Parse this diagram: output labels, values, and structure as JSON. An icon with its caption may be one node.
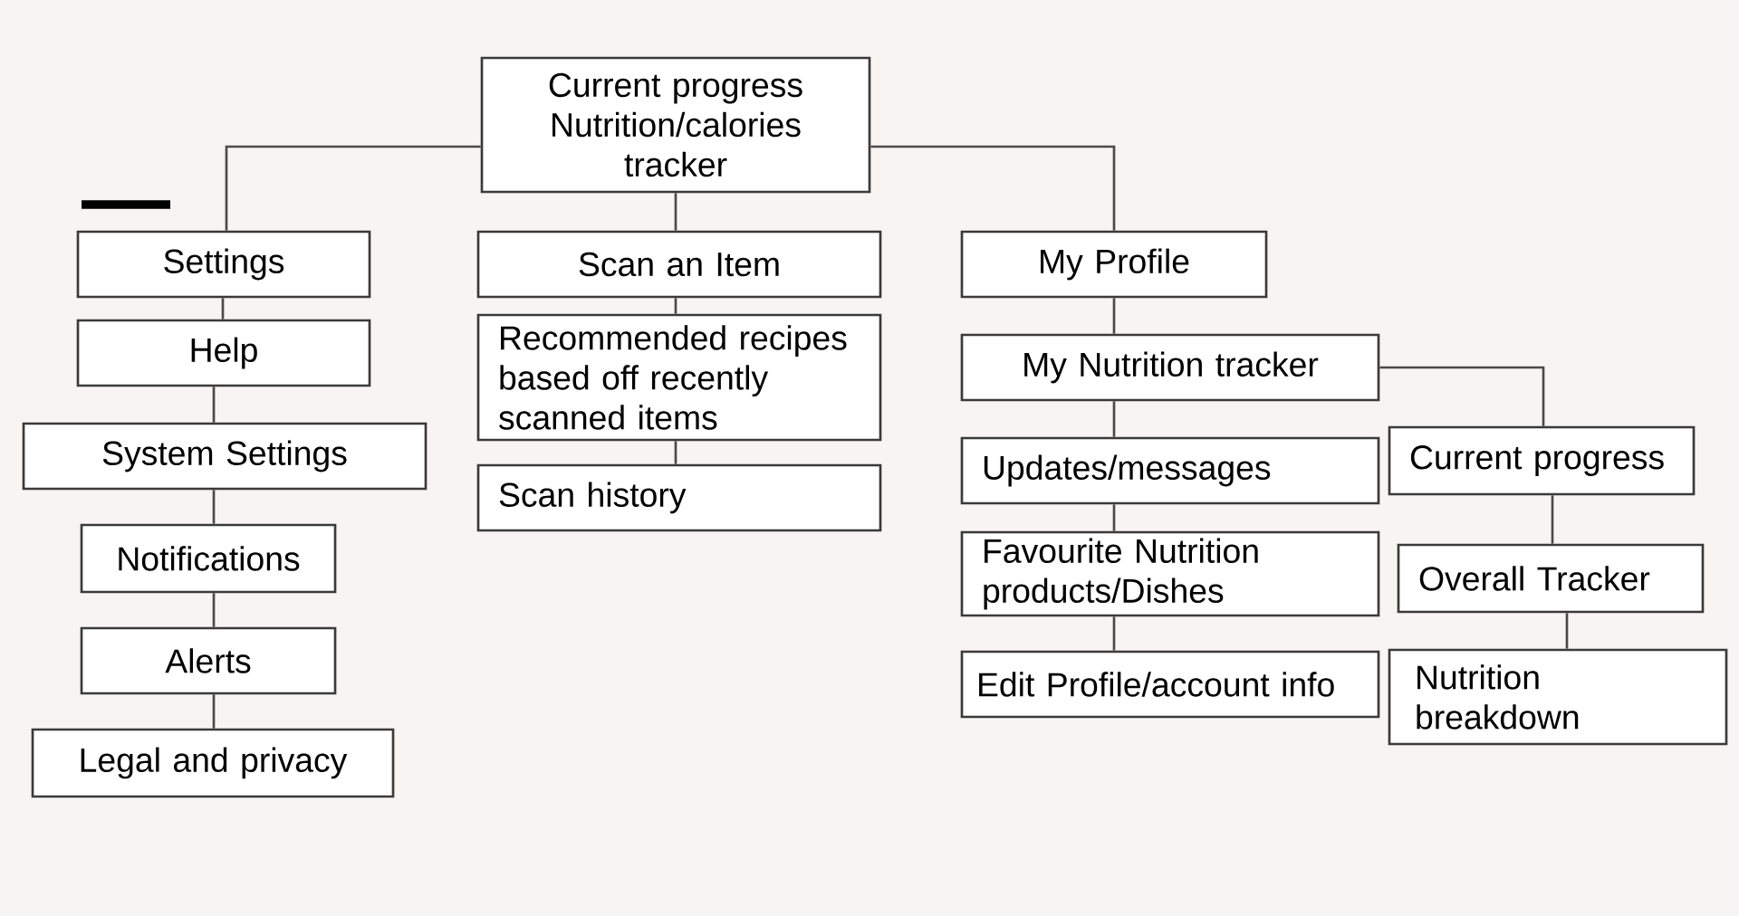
{
  "diagram": {
    "nodes": [
      {
        "text": [
          "Current progress Nutrition/calories tracker"
        ]
      },
      {
        "text": [
          "Settings"
        ]
      },
      {
        "text": [
          "Help"
        ]
      },
      {
        "text": [
          "System Settings"
        ]
      },
      {
        "text": [
          "Notifications"
        ]
      },
      {
        "text": [
          "Alerts"
        ]
      },
      {
        "text": [
          "Legal and privacy"
        ]
      },
      {
        "text": [
          "Scan an Item"
        ]
      },
      {
        "text": [
          "Recommended recipes based off recently scanned items"
        ]
      },
      {
        "text": [
          "Scan history"
        ]
      },
      {
        "text": [
          "My Profile"
        ]
      },
      {
        "text": [
          "My Nutrition tracker"
        ]
      },
      {
        "text": [
          "Updates/messages"
        ]
      },
      {
        "text": [
          "Favourite Nutrition products/Dishes"
        ]
      },
      {
        "text": [
          "Edit Profile/account info"
        ]
      },
      {
        "text": [
          "Current progress"
        ]
      },
      {
        "text": [
          "Overall Tracker"
        ]
      },
      {
        "text": [
          "Nutrition breakdown"
        ]
      }
    ],
    "edges": [
      {
        "from": 0,
        "to": 1,
        "arrow": "none"
      },
      {
        "from": 0,
        "to": 7,
        "arrow": "none"
      },
      {
        "from": 0,
        "to": 10,
        "arrow": "none"
      },
      {
        "from": 1,
        "to": 2,
        "arrow": "none"
      },
      {
        "from": 2,
        "to": 3,
        "arrow": "none"
      },
      {
        "from": 3,
        "to": 4,
        "arrow": "none"
      },
      {
        "from": 4,
        "to": 5,
        "arrow": "none"
      },
      {
        "from": 5,
        "to": 6,
        "arrow": "none"
      },
      {
        "from": 7,
        "to": 8,
        "arrow": "none"
      },
      {
        "from": 8,
        "to": 9,
        "arrow": "none"
      },
      {
        "from": 10,
        "to": 11,
        "arrow": "none"
      },
      {
        "from": 11,
        "to": 12,
        "arrow": "none"
      },
      {
        "from": 12,
        "to": 13,
        "arrow": "none"
      },
      {
        "from": 13,
        "to": 14,
        "arrow": "none"
      },
      {
        "from": 11,
        "to": 15,
        "arrow": "none"
      },
      {
        "from": 15,
        "to": 16,
        "arrow": "none"
      },
      {
        "from": 16,
        "to": 17,
        "arrow": "none"
      }
    ]
  }
}
